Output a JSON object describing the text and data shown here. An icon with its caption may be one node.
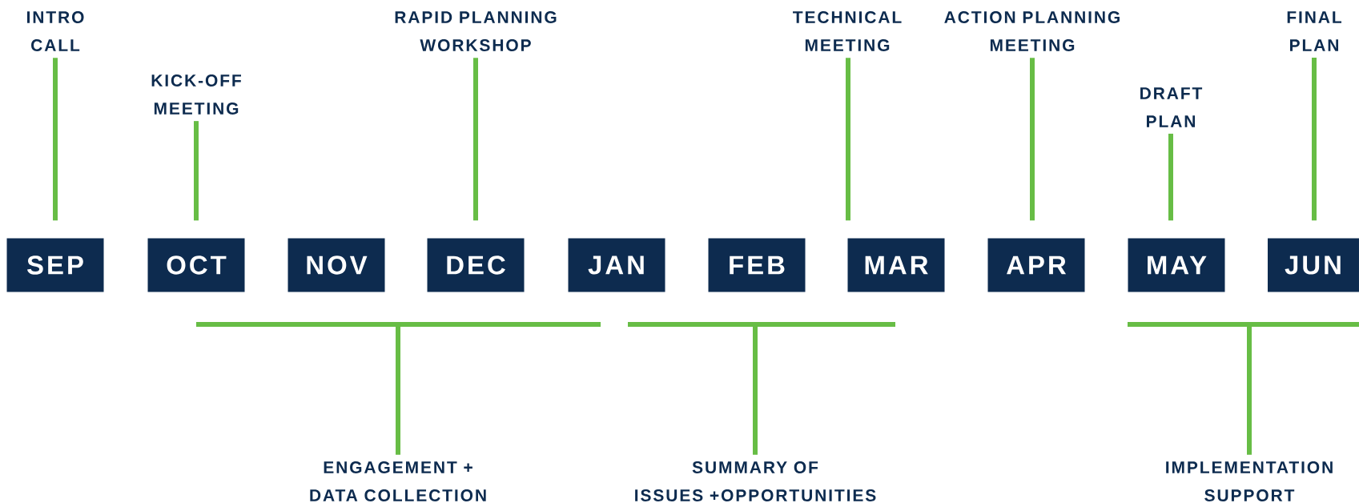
{
  "diagram": {
    "nodes": [
      {
        "text": [
          "INTRO CALL"
        ]
      },
      {
        "text": [
          "KICK-OFF MEETING"
        ]
      },
      {
        "text": [
          "RAPID PLANNING WORKSHOP"
        ]
      },
      {
        "text": [
          "TECHNICAL MEETING"
        ]
      },
      {
        "text": [
          "ACTION PLANNING MEETING"
        ]
      },
      {
        "text": [
          "DRAFT PLAN"
        ]
      },
      {
        "text": [
          "FINAL PLAN"
        ]
      },
      {
        "text": [
          "SEP"
        ]
      },
      {
        "text": [
          "OCT"
        ]
      },
      {
        "text": [
          "NOV"
        ]
      },
      {
        "text": [
          "DEC"
        ]
      },
      {
        "text": [
          "JAN"
        ]
      },
      {
        "text": [
          "FEB"
        ]
      },
      {
        "text": [
          "MAR"
        ]
      },
      {
        "text": [
          "APR"
        ]
      },
      {
        "text": [
          "MAY"
        ]
      },
      {
        "text": [
          "JUN"
        ]
      },
      {
        "text": [
          "ENGAGEMENT + DATA COLLECTION"
        ]
      },
      {
        "text": [
          "SUMMARY OF ISSUES +OPPORTUNITIES"
        ]
      },
      {
        "text": [
          "IMPLEMENTATION SUPPORT"
        ]
      }
    ],
    "edges": [
      {
        "from": 0,
        "to": 7,
        "arrow": "none"
      },
      {
        "from": 1,
        "to": 8,
        "arrow": "none"
      },
      {
        "from": 2,
        "to": 10,
        "arrow": "none"
      },
      {
        "from": 3,
        "to": 13,
        "arrow": "none"
      },
      {
        "from": 4,
        "to": 14,
        "arrow": "none"
      },
      {
        "from": 5,
        "to": 15,
        "arrow": "none"
      },
      {
        "from": 6,
        "to": 16,
        "arrow": "none"
      },
      {
        "from": 17,
        "to": null,
        "arrow": "none"
      },
      {
        "from": 18,
        "to": null,
        "arrow": "none"
      },
      {
        "from": 19,
        "to": null,
        "arrow": "none"
      }
    ]
  }
}
